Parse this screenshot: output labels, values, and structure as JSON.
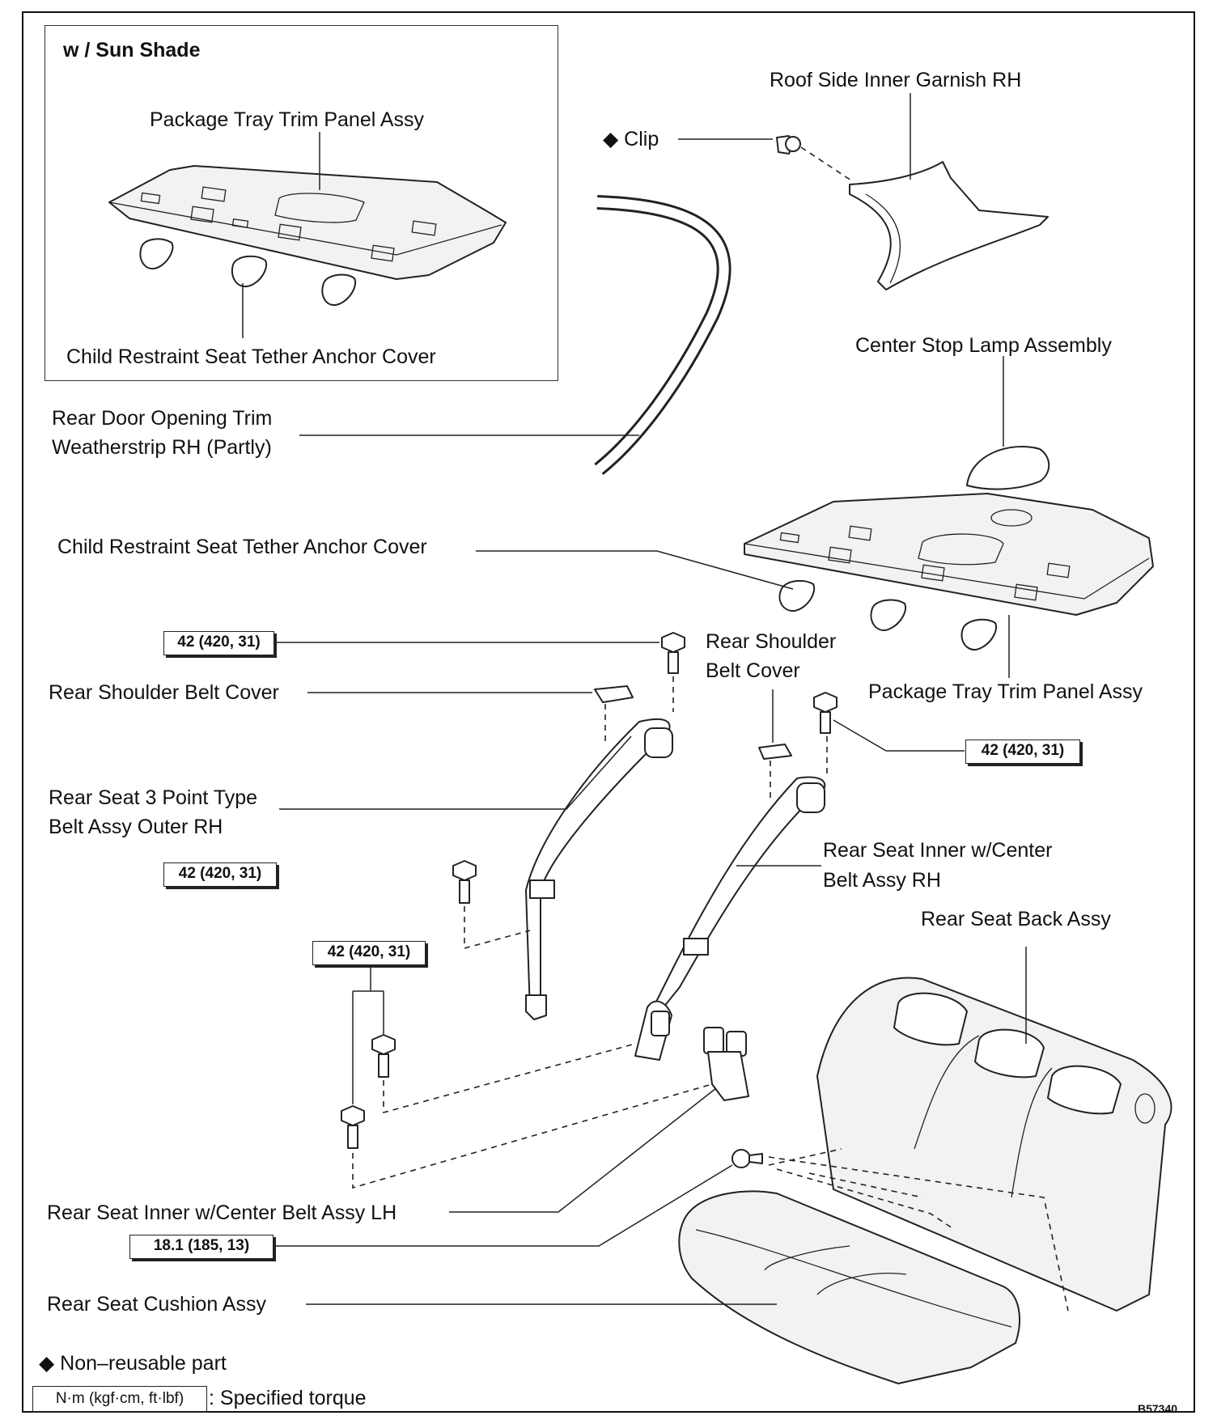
{
  "inset": {
    "title": "w / Sun Shade",
    "package_tray_label": "Package Tray Trim Panel Assy",
    "anchor_cover_label": "Child Restraint Seat Tether Anchor Cover"
  },
  "labels": {
    "roof_side": "Roof Side Inner Garnish RH",
    "clip": "◆ Clip",
    "center_stop_lamp": "Center Stop Lamp Assembly",
    "weatherstrip_line1": "Rear Door Opening Trim",
    "weatherstrip_line2": "Weatherstrip RH (Partly)",
    "anchor_cover": "Child Restraint Seat Tether Anchor Cover",
    "shoulder_cover_right_line1": "Rear Shoulder",
    "shoulder_cover_right_line2": "Belt Cover",
    "package_tray": "Package Tray Trim Panel Assy",
    "shoulder_cover_left": "Rear Shoulder Belt Cover",
    "outer_belt_line1": "Rear Seat 3 Point Type",
    "outer_belt_line2": "Belt Assy Outer RH",
    "inner_rh_line1": "Rear Seat Inner w/Center",
    "inner_rh_line2": "Belt Assy RH",
    "seat_back": "Rear Seat Back Assy",
    "inner_lh": "Rear Seat Inner w/Center Belt Assy LH",
    "seat_cushion": "Rear Seat Cushion Assy"
  },
  "torques": {
    "t1": "42 (420, 31)",
    "t2": "42 (420, 31)",
    "t3": "42 (420, 31)",
    "t4": "42 (420, 31)",
    "t5": "18.1 (185, 13)"
  },
  "legend": {
    "non_reusable": "◆ Non–reusable part",
    "torque_unit": "N·m (kgf·cm, ft·lbf)",
    "torque_desc": ": Specified torque"
  },
  "figure_code": "B57340"
}
